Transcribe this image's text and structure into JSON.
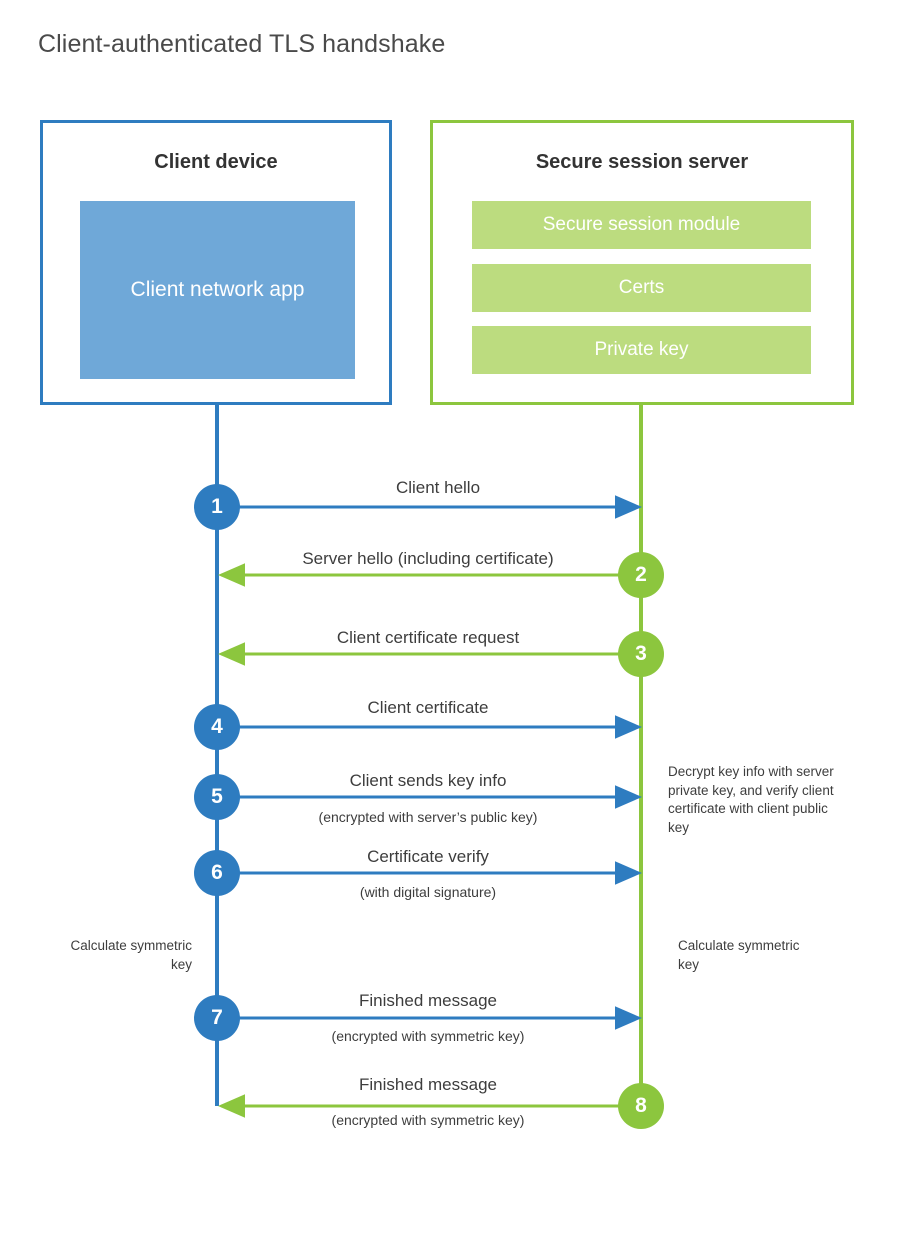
{
  "title": "Client-authenticated TLS handshake",
  "colors": {
    "client_stroke": "#2e7cc0",
    "client_fill": "#6fa8d8",
    "server_stroke": "#8cc63e",
    "server_fill": "#bcdc7f",
    "text": "#3d3d3d"
  },
  "client": {
    "title": "Client device",
    "app_label": "Client network app",
    "note": "Calculate symmetric key"
  },
  "server": {
    "title": "Secure session server",
    "components": [
      {
        "label": "Secure session module"
      },
      {
        "label": "Certs"
      },
      {
        "label": "Private key"
      }
    ],
    "note_decrypt": "Decrypt key info with server private key, and verify client certificate with client public key",
    "note_calculate": "Calculate symmetric key"
  },
  "chart_data": {
    "type": "sequence-diagram",
    "title": "Client-authenticated TLS handshake",
    "actors": [
      "Client device",
      "Secure session server"
    ],
    "steps": [
      {
        "number": "1",
        "label": "Client hello",
        "sublabel": "",
        "direction": "client-to-server",
        "origin": "client"
      },
      {
        "number": "2",
        "label": "Server hello (including certificate)",
        "sublabel": "",
        "direction": "server-to-client",
        "origin": "server"
      },
      {
        "number": "3",
        "label": "Client certificate request",
        "sublabel": "",
        "direction": "server-to-client",
        "origin": "server"
      },
      {
        "number": "4",
        "label": "Client certificate",
        "sublabel": "",
        "direction": "client-to-server",
        "origin": "client"
      },
      {
        "number": "5",
        "label": "Client sends key info",
        "sublabel": "(encrypted with server’s public key)",
        "direction": "client-to-server",
        "origin": "client"
      },
      {
        "number": "6",
        "label": "Certificate verify",
        "sublabel": "(with digital signature)",
        "direction": "client-to-server",
        "origin": "client"
      },
      {
        "number": "7",
        "label": "Finished message",
        "sublabel": "(encrypted with symmetric key)",
        "direction": "client-to-server",
        "origin": "client"
      },
      {
        "number": "8",
        "label": "Finished message",
        "sublabel": "(encrypted with symmetric key)",
        "direction": "server-to-client",
        "origin": "server"
      }
    ],
    "annotations": [
      "Decrypt key info with server private key, and verify client certificate with client public key",
      "Calculate symmetric key",
      "Calculate symmetric key"
    ]
  }
}
